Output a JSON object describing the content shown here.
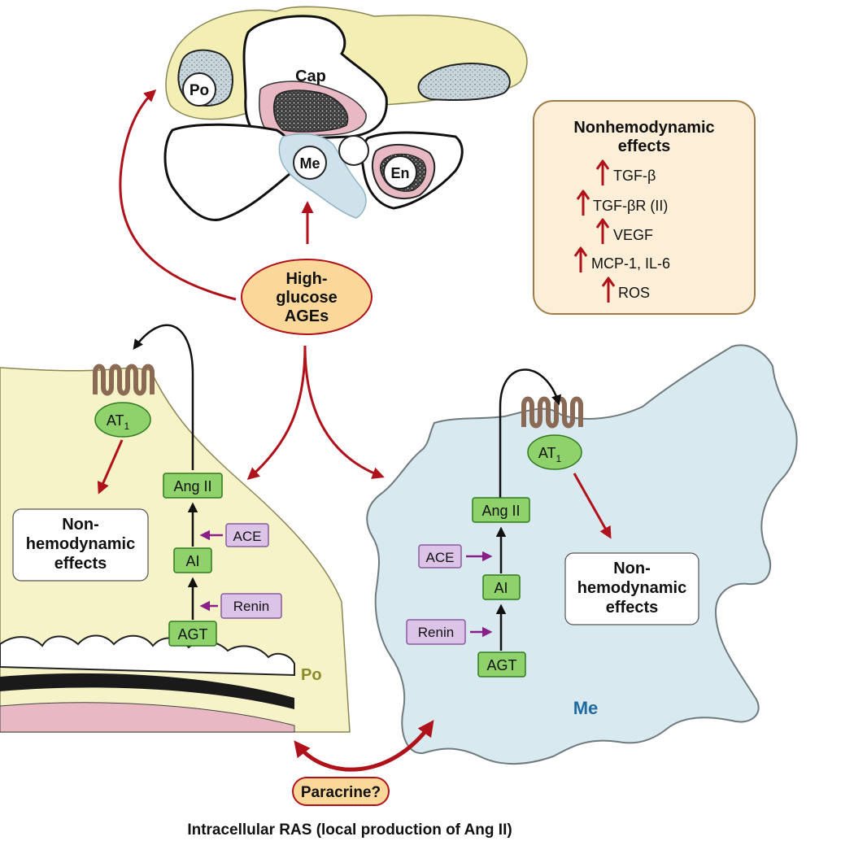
{
  "glomerulus": {
    "cap": "Cap",
    "po": "Po",
    "me": "Me",
    "en": "En"
  },
  "stimulus": {
    "line1": "High-",
    "line2": "glucose",
    "line3": "AGEs"
  },
  "nonhemo_box": {
    "title_line1": "Nonhemodynamic",
    "title_line2": "effects",
    "items": [
      "TGF-β",
      "TGF-βR (II)",
      "VEGF",
      "MCP-1, IL-6",
      "ROS"
    ]
  },
  "podocyte": {
    "receptor_main": "AT",
    "receptor_sub": "1",
    "effects_line1": "Non-",
    "effects_line2": "hemodynamic",
    "effects_line3": "effects",
    "ang2": "Ang II",
    "ace": "ACE",
    "ai": "AI",
    "renin": "Renin",
    "agt": "AGT",
    "cell_label": "Po"
  },
  "mesangial": {
    "receptor_main": "AT",
    "receptor_sub": "1",
    "effects_line1": "Non-",
    "effects_line2": "hemodynamic",
    "effects_line3": "effects",
    "ang2": "Ang II",
    "ace": "ACE",
    "ai": "AI",
    "renin": "Renin",
    "agt": "AGT",
    "cell_label": "Me"
  },
  "paracrine": "Paracrine?",
  "caption": "Intracellular RAS (local production of Ang II)",
  "colors": {
    "red_arrow": "#b0121b",
    "purple_arrow": "#8a1f8a",
    "green_box": "#8fd16a",
    "green_border": "#2f7a1f",
    "purple_box": "#dcc3e8",
    "purple_border": "#8a5aa0",
    "podocyte_fill": "#f6f3c8",
    "mesangial_fill": "#d8e9ef",
    "panel_fill": "#fdeed8",
    "panel_border": "#a07a48",
    "receptor": "#8b6a55",
    "stimulus_fill": "#fbd79a"
  }
}
